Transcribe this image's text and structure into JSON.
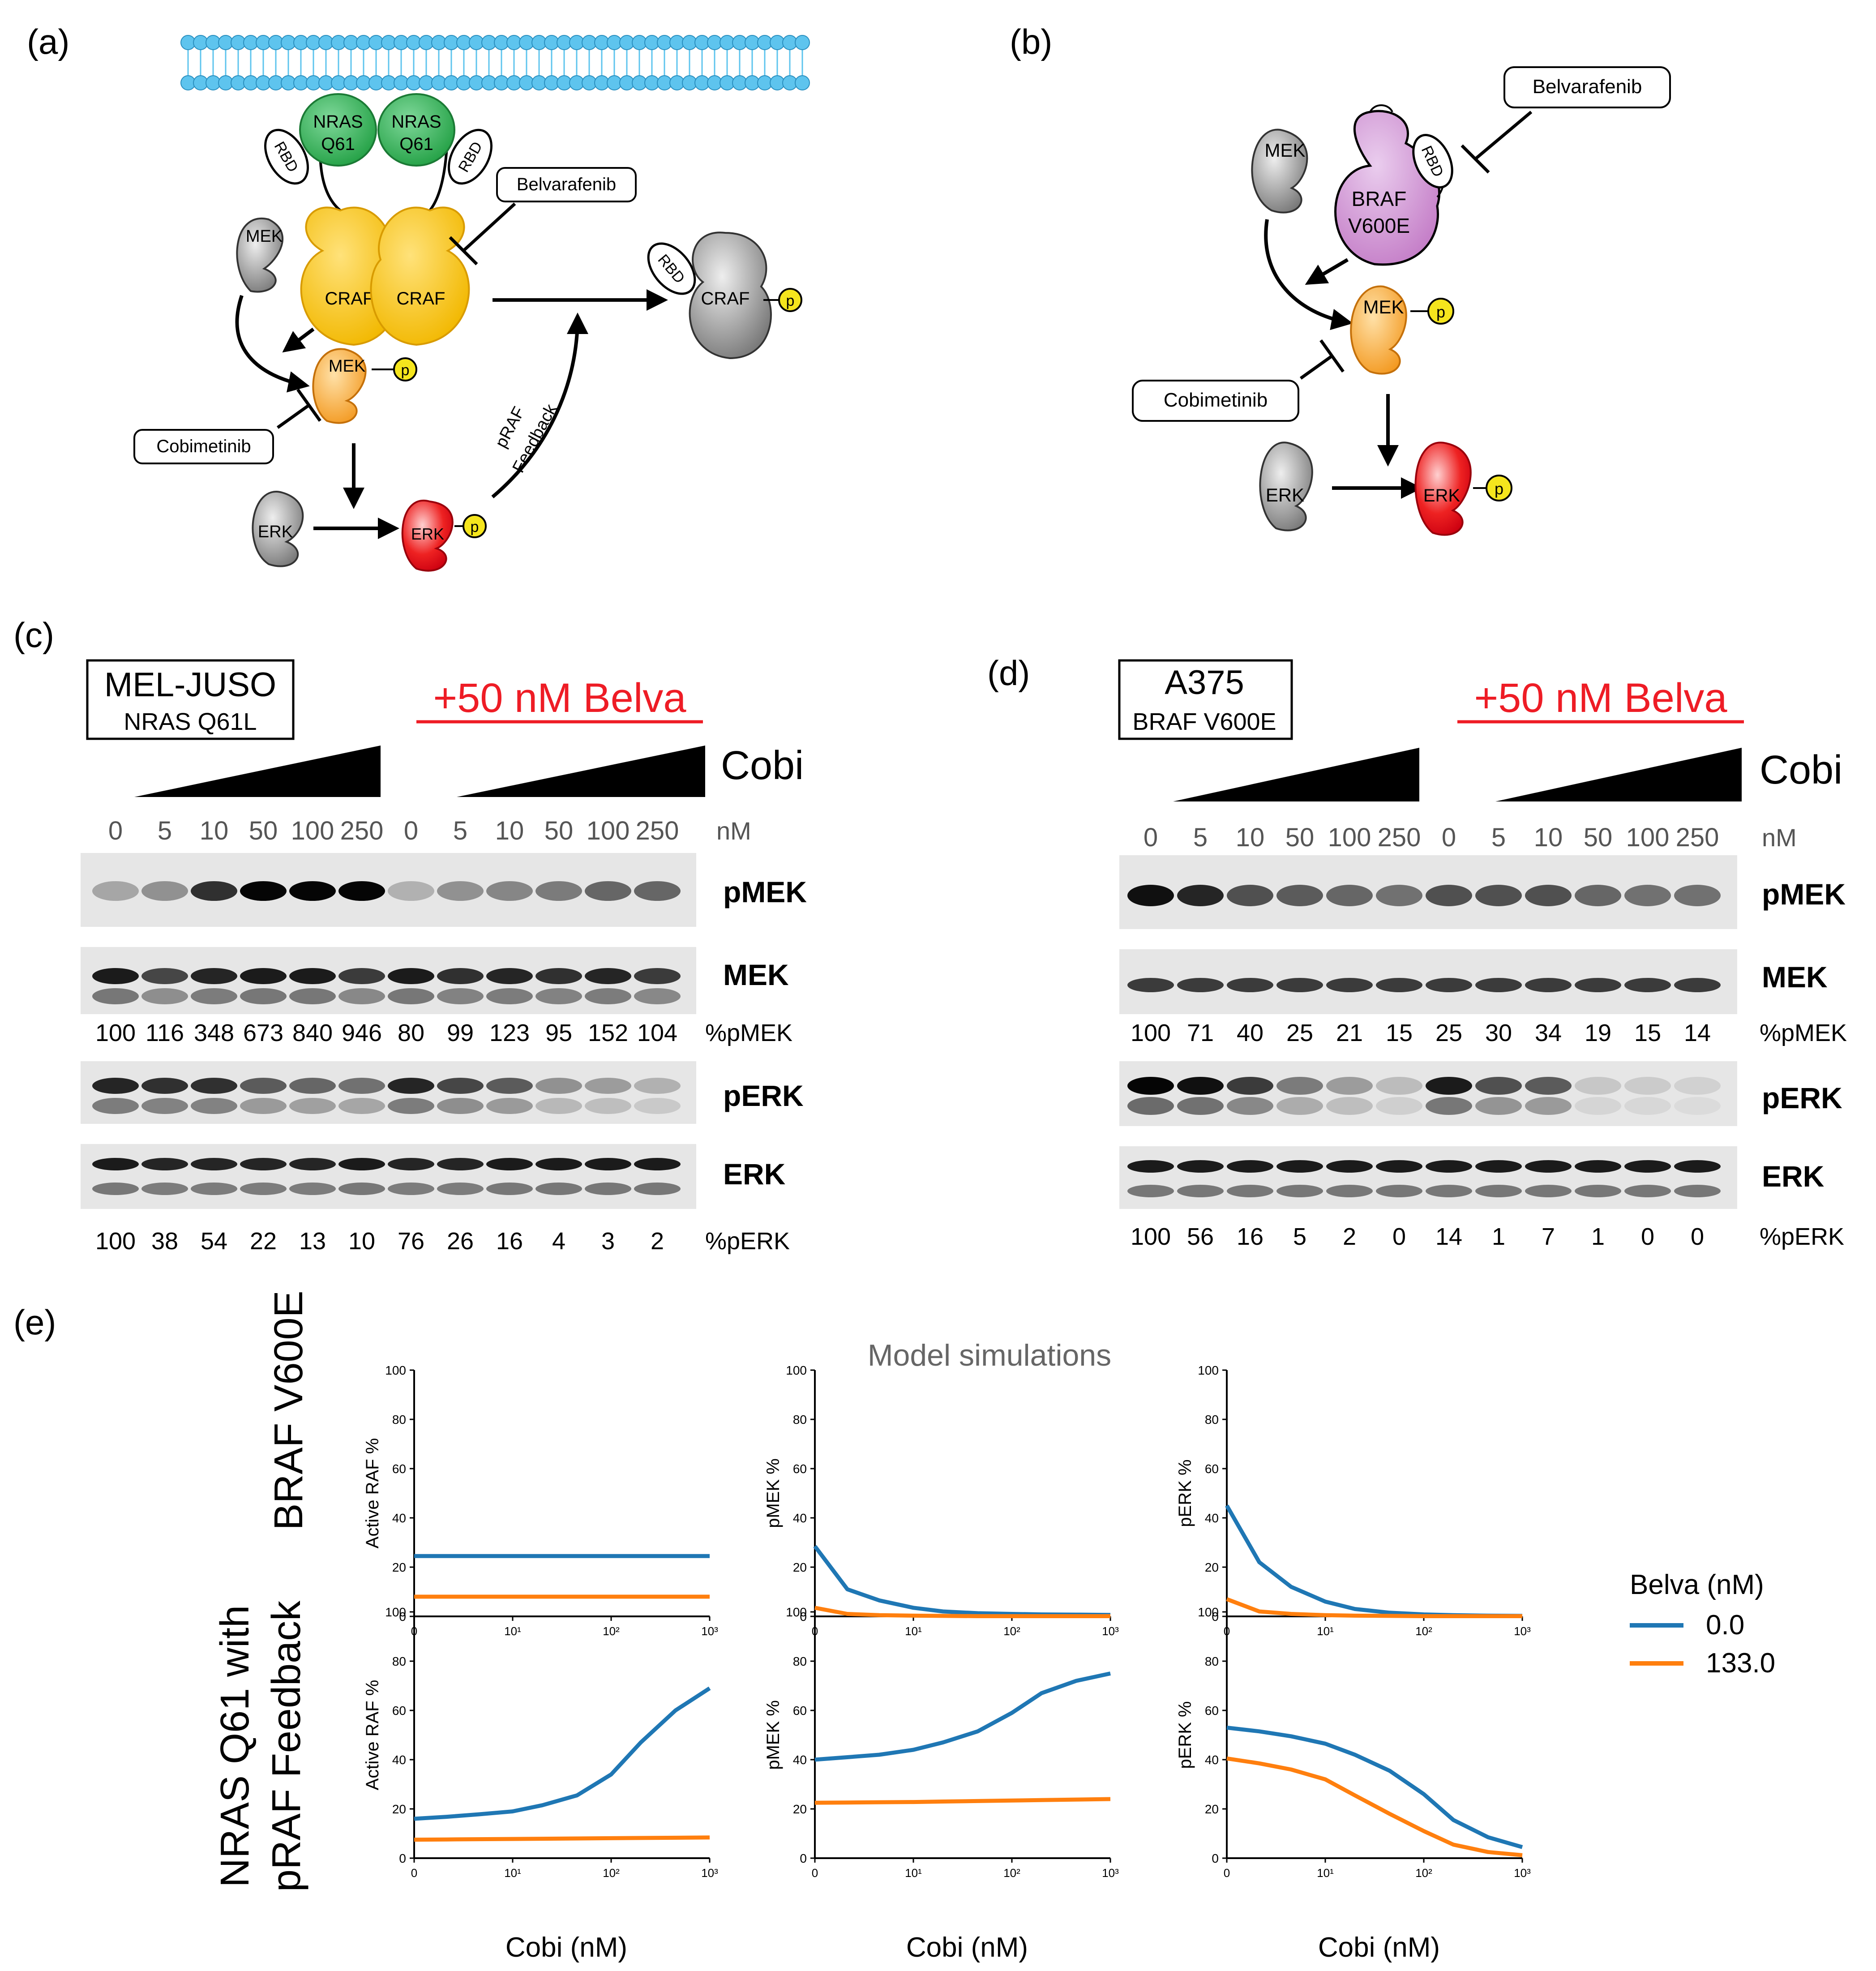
{
  "panel_labels": {
    "a": "(a)",
    "b": "(b)",
    "c": "(c)",
    "d": "(d)",
    "e": "(e)"
  },
  "panel_a": {
    "nras_left_line1": "NRAS",
    "nras_left_line2": "Q61",
    "nras_right_line1": "NRAS",
    "nras_right_line2": "Q61",
    "rbd": "RBD",
    "craf": "CRAF",
    "mek": "MEK",
    "erk": "ERK",
    "p": "p",
    "belvarafenib": "Belvarafenib",
    "cobimetinib": "Cobimetinib",
    "feedback_line1": "pRAF",
    "feedback_line2": "Feedback"
  },
  "panel_b": {
    "braf_line1": "BRAF",
    "braf_line2": "V600E",
    "rbd": "RBD",
    "mek": "MEK",
    "erk": "ERK",
    "p": "p",
    "belvarafenib": "Belvarafenib",
    "cobimetinib": "Cobimetinib"
  },
  "panel_c": {
    "cell_line": "MEL-JUSO",
    "mutation": "NRAS Q61L",
    "belva_label": "+50 nM Belva",
    "cobi_label": "Cobi",
    "doses": [
      "0",
      "5",
      "10",
      "50",
      "100",
      "250",
      "0",
      "5",
      "10",
      "50",
      "100",
      "250"
    ],
    "unit": "nM",
    "row_labels": {
      "pmek": "pMEK",
      "mek": "MEK",
      "perk": "pERK",
      "erk": "ERK"
    },
    "pct_pmek_label": "%pMEK",
    "pct_pmek": [
      "100",
      "116",
      "348",
      "673",
      "840",
      "946",
      "80",
      "99",
      "123",
      "95",
      "152",
      "104"
    ],
    "pct_perk_label": "%pERK",
    "pct_perk": [
      "100",
      "38",
      "54",
      "22",
      "13",
      "10",
      "76",
      "26",
      "16",
      "4",
      "3",
      "2"
    ]
  },
  "panel_d": {
    "cell_line": "A375",
    "mutation": "BRAF V600E",
    "belva_label": "+50 nM Belva",
    "cobi_label": "Cobi",
    "doses": [
      "0",
      "5",
      "10",
      "50",
      "100",
      "250",
      "0",
      "5",
      "10",
      "50",
      "100",
      "250"
    ],
    "unit": "nM",
    "row_labels": {
      "pmek": "pMEK",
      "mek": "MEK",
      "perk": "pERK",
      "erk": "ERK"
    },
    "pct_pmek_label": "%pMEK",
    "pct_pmek": [
      "100",
      "71",
      "40",
      "25",
      "21",
      "15",
      "25",
      "30",
      "34",
      "19",
      "15",
      "14"
    ],
    "pct_perk_label": "%pERK",
    "pct_perk": [
      "100",
      "56",
      "16",
      "5",
      "2",
      "0",
      "14",
      "1",
      "7",
      "1",
      "0",
      "0"
    ]
  },
  "panel_e": {
    "title": "Model simulations",
    "row_labels": {
      "top": "BRAF V600E",
      "bottom_line1": "NRAS Q61 with",
      "bottom_line2": "pRAF Feedback"
    },
    "legend": {
      "title": "Belva  (nM)",
      "items": [
        "0.0",
        "133.0"
      ]
    },
    "xlabel": "Cobi (nM)"
  },
  "colors": {
    "blue": "#1f77b4",
    "orange": "#ff7f0e",
    "red": "#ee1c25",
    "nras_green": "#2eaa4c",
    "craf_yellow": "#f7c31d",
    "mek_orange": "#f6b04a",
    "erk_red": "#e8151b",
    "braf_purple": "#c884c9",
    "gray": "#8c8c8c",
    "p_yellow": "#f5e51d",
    "membrane_blue": "#5ec4ee"
  },
  "chart_data": [
    {
      "type": "line",
      "id": "braf-active-raf",
      "ylabel": "Active RAF %",
      "xscale": "symlog",
      "xticks": [
        "0",
        "10¹",
        "10²",
        "10³"
      ],
      "ylim": [
        0,
        100
      ],
      "yticks": [
        0,
        20,
        40,
        60,
        80,
        100
      ],
      "x": [
        0,
        2,
        4.5,
        10,
        20,
        45,
        100,
        200,
        450,
        1000
      ],
      "series": [
        {
          "name": "0.0",
          "color": "#1f77b4",
          "values": [
            24.5,
            24.5,
            24.5,
            24.5,
            24.5,
            24.5,
            24.5,
            24.5,
            24.5,
            24.5
          ]
        },
        {
          "name": "133.0",
          "color": "#ff7f0e",
          "values": [
            8,
            8,
            8,
            8,
            8,
            8,
            8,
            8,
            8,
            8
          ]
        }
      ]
    },
    {
      "type": "line",
      "id": "braf-pmek",
      "ylabel": "pMEK %",
      "xscale": "symlog",
      "xticks": [
        "0",
        "10¹",
        "10²",
        "10³"
      ],
      "ylim": [
        0,
        100
      ],
      "yticks": [
        0,
        20,
        40,
        60,
        80,
        100
      ],
      "x": [
        0,
        2,
        4.5,
        10,
        20,
        45,
        100,
        200,
        450,
        1000
      ],
      "series": [
        {
          "name": "0.0",
          "color": "#1f77b4",
          "values": [
            28.5,
            11,
            6.5,
            3.5,
            2,
            1.3,
            1,
            0.8,
            0.7,
            0.6
          ]
        },
        {
          "name": "133.0",
          "color": "#ff7f0e",
          "values": [
            3.5,
            1,
            0.5,
            0.3,
            0.2,
            0.1,
            0.1,
            0.1,
            0.1,
            0.1
          ]
        }
      ]
    },
    {
      "type": "line",
      "id": "braf-perk",
      "ylabel": "pERK %",
      "xscale": "symlog",
      "xticks": [
        "0",
        "10¹",
        "10²",
        "10³"
      ],
      "ylim": [
        0,
        100
      ],
      "yticks": [
        0,
        20,
        40,
        60,
        80,
        100
      ],
      "x": [
        0,
        2,
        4.5,
        10,
        20,
        45,
        100,
        200,
        450,
        1000
      ],
      "series": [
        {
          "name": "0.0",
          "color": "#1f77b4",
          "values": [
            45,
            22,
            12,
            6,
            3,
            1.5,
            0.8,
            0.5,
            0.3,
            0.2
          ]
        },
        {
          "name": "133.0",
          "color": "#ff7f0e",
          "values": [
            7,
            2,
            1,
            0.5,
            0.3,
            0.2,
            0.1,
            0.1,
            0.1,
            0.1
          ]
        }
      ]
    },
    {
      "type": "line",
      "id": "nras-active-raf",
      "ylabel": "Active RAF %",
      "xscale": "symlog",
      "xticks": [
        "0",
        "10¹",
        "10²",
        "10³"
      ],
      "ylim": [
        0,
        100
      ],
      "yticks": [
        0,
        20,
        40,
        60,
        80,
        100
      ],
      "x": [
        0,
        2,
        4.5,
        10,
        20,
        45,
        100,
        200,
        450,
        1000
      ],
      "series": [
        {
          "name": "0.0",
          "color": "#1f77b4",
          "values": [
            16,
            16.8,
            17.8,
            19,
            21.5,
            25.5,
            34,
            47,
            60,
            69
          ]
        },
        {
          "name": "133.0",
          "color": "#ff7f0e",
          "values": [
            7.5,
            7.6,
            7.7,
            7.8,
            7.9,
            8,
            8.1,
            8.2,
            8.3,
            8.4
          ]
        }
      ]
    },
    {
      "type": "line",
      "id": "nras-pmek",
      "ylabel": "pMEK %",
      "xscale": "symlog",
      "xticks": [
        "0",
        "10¹",
        "10²",
        "10³"
      ],
      "ylim": [
        0,
        100
      ],
      "yticks": [
        0,
        20,
        40,
        60,
        80,
        100
      ],
      "x": [
        0,
        2,
        4.5,
        10,
        20,
        45,
        100,
        200,
        450,
        1000
      ],
      "series": [
        {
          "name": "0.0",
          "color": "#1f77b4",
          "values": [
            40,
            41,
            42,
            44,
            47,
            51.5,
            59,
            67,
            72,
            75
          ]
        },
        {
          "name": "133.0",
          "color": "#ff7f0e",
          "values": [
            22.5,
            22.6,
            22.7,
            22.8,
            23,
            23.2,
            23.4,
            23.6,
            23.8,
            24
          ]
        }
      ]
    },
    {
      "type": "line",
      "id": "nras-perk",
      "ylabel": "pERK %",
      "xscale": "symlog",
      "xticks": [
        "0",
        "10¹",
        "10²",
        "10³"
      ],
      "ylim": [
        0,
        100
      ],
      "yticks": [
        0,
        20,
        40,
        60,
        80,
        100
      ],
      "x": [
        0,
        2,
        4.5,
        10,
        20,
        45,
        100,
        200,
        450,
        1000
      ],
      "series": [
        {
          "name": "0.0",
          "color": "#1f77b4",
          "values": [
            53,
            51.5,
            49.5,
            46.5,
            42,
            35.5,
            26,
            15.5,
            8.5,
            4.5
          ]
        },
        {
          "name": "133.0",
          "color": "#ff7f0e",
          "values": [
            40.5,
            38.5,
            36,
            32,
            25.5,
            18,
            11,
            5.5,
            2.5,
            1.2
          ]
        }
      ]
    }
  ]
}
